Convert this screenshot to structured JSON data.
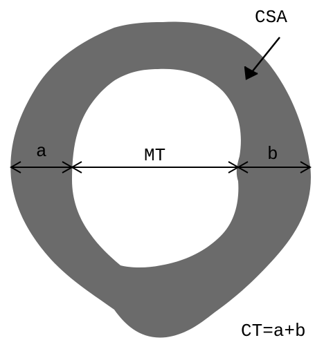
{
  "labels": {
    "csa": "CSA",
    "a": "a",
    "mt": "MT",
    "b": "b",
    "formula": "CT=a+b"
  },
  "colors": {
    "bone": "#6b6b6b",
    "marrow": "#ffffff",
    "ink": "#000000"
  }
}
